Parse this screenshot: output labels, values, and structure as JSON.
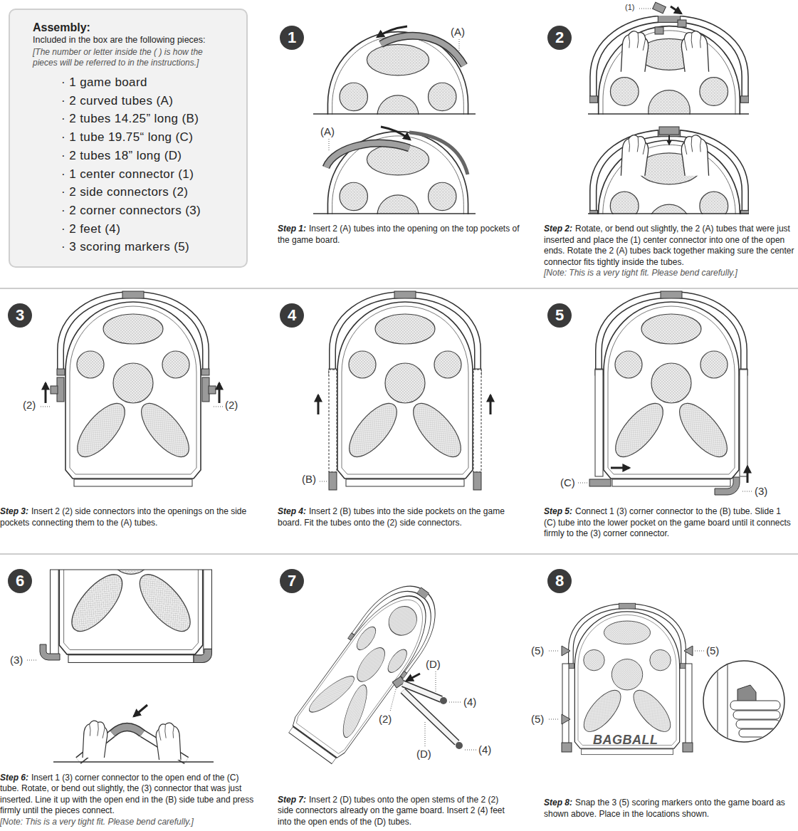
{
  "diagram": {
    "nodes": [
      {
        "text": [
          "Assembly:",
          "Included in the box are the following pieces:",
          "[The number or letter inside the ( ) is how the pieces will be referred to in the instructions.]",
          "· 1 game board",
          "· 2 curved tubes (A)",
          "· 2 tubes 14.25” long (B)",
          "· 1 tube 19.75“ long (C)",
          "· 2 tubes 18” long (D)",
          "· 1 center connector (1)",
          "· 2 side connectors (2)",
          "· 2 corner connectors (3)",
          "· 2 feet (4)",
          "· 3 scoring markers (5)"
        ]
      },
      {
        "text": [
          "1"
        ]
      },
      {
        "text": [
          "2"
        ]
      },
      {
        "text": [
          "3"
        ]
      },
      {
        "text": [
          "4"
        ]
      },
      {
        "text": [
          "5"
        ]
      },
      {
        "text": [
          "6"
        ]
      },
      {
        "text": [
          "7"
        ]
      },
      {
        "text": [
          "8"
        ]
      }
    ],
    "labels": [
      "(A)",
      "(A)",
      "Step 1:",
      "Insert 2 (A) tubes into the opening on the top pockets of the game board.",
      "(1)",
      "Step 2:",
      "Rotate, or bend out slightly, the 2 (A) tubes that were just inserted and place the (1) center connector into one of the open ends. Rotate the 2 (A) tubes back together making sure the center connector fits tightly inside the tubes.",
      "[Note: This is a very tight fit. Please bend carefully.]",
      "(2)",
      "(2)",
      "Step 3:",
      "Insert 2 (2) side connectors into the openings on the side pockets connecting them to the (A) tubes.",
      "(B)",
      "Step 4:",
      "Insert 2 (B) tubes into the side pockets on the game board. Fit the tubes onto the (2) side connectors.",
      "(C)",
      "(3)",
      "Step 5:",
      "Connect 1 (3) corner connector to the (B) tube. Slide 1 (C) tube into the lower pocket on the game board until it connects firmly to the (3) corner connector.",
      "(3)",
      "Step 6:",
      "Insert 1 (3) corner connector to the open end of the (C) tube. Rotate, or bend out slightly, the (3) connector that was just inserted. Line it up with the open end in the (B) side tube and press firmly until the pieces connect.",
      "[Note: This is a very tight fit. Please bend carefully.]",
      "(D)",
      "(4)",
      "(2)",
      "(4)",
      "(D)",
      "Step 7:",
      "Insert 2 (D) tubes onto the open stems of the 2 (2) side connectors already on the game board. Insert 2 (4) feet into the open ends of the (D) tubes.",
      "(5)",
      "(5)",
      "(5)",
      "BAGBALL",
      "Step 8:",
      "Snap the 3 (5) scoring markers onto the game board as shown above. Place in the locations shown."
    ]
  }
}
